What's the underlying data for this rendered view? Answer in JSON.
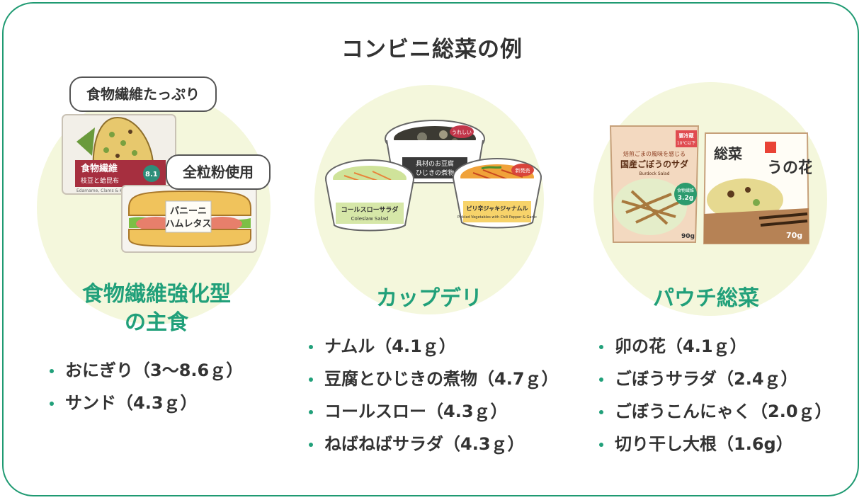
{
  "title": "コンビニ総菜の例",
  "columns": [
    {
      "heading_lines": [
        "食物繊維強化型",
        "の主食"
      ],
      "bubbles": [
        "食物繊維たっぷり",
        "全粒粉使用"
      ],
      "package_labels": {
        "onigiri_title": "食物繊維",
        "onigiri_sub": "枝豆と蛤昆布",
        "onigiri_badge": "8.1",
        "onigiri_en": "Edamame, Clams & Kelp",
        "sandwich_label_1": "パニーニ",
        "sandwich_label_2": "ハムレタス"
      },
      "items": [
        "おにぎり（3〜8.6ｇ）",
        "サンド（4.3ｇ）"
      ]
    },
    {
      "heading_lines": [
        "カップデリ"
      ],
      "package_labels": {
        "back_label": "具材のお豆腐",
        "back_label2": "ひじきの煮物",
        "back_badge": "うれしい",
        "left_label": "コールスローサラダ",
        "left_en": "Coleslaw Salad",
        "right_label": "ピリ辛ジャキジャナムル",
        "right_en": "Pickled Vegetables with Chili Pepper & Garlic",
        "right_badge": "新発売"
      },
      "items": [
        "ナムル（4.1ｇ）",
        "豆腐とひじきの煮物（4.7ｇ）",
        "コールスロー（4.3ｇ）",
        "ねばねばサラダ（4.3ｇ）"
      ]
    },
    {
      "heading_lines": [
        "パウチ総菜"
      ],
      "package_labels": {
        "left_top": "焙煎ごまの風味を感じる",
        "left_title": "国産ごぼうのサダ",
        "left_en": "Burdock Salad",
        "left_badge": "要冷蔵",
        "left_badge2": "10℃以下",
        "left_fiber": "食物繊維",
        "left_fiber_val": "3.2g",
        "left_weight": "90g",
        "right_title": "総菜",
        "right_name": "うの花",
        "right_weight": "70g"
      },
      "items": [
        "卯の花（4.1ｇ）",
        "ごぼうサラダ（2.4ｇ）",
        "ごぼうこんにゃく（2.0ｇ）",
        "切り干し大根（1.6g）"
      ]
    }
  ],
  "colors": {
    "accent": "#21a07a",
    "frame": "#1f9a72",
    "blob": "#f4f7dc",
    "text": "#333333"
  }
}
